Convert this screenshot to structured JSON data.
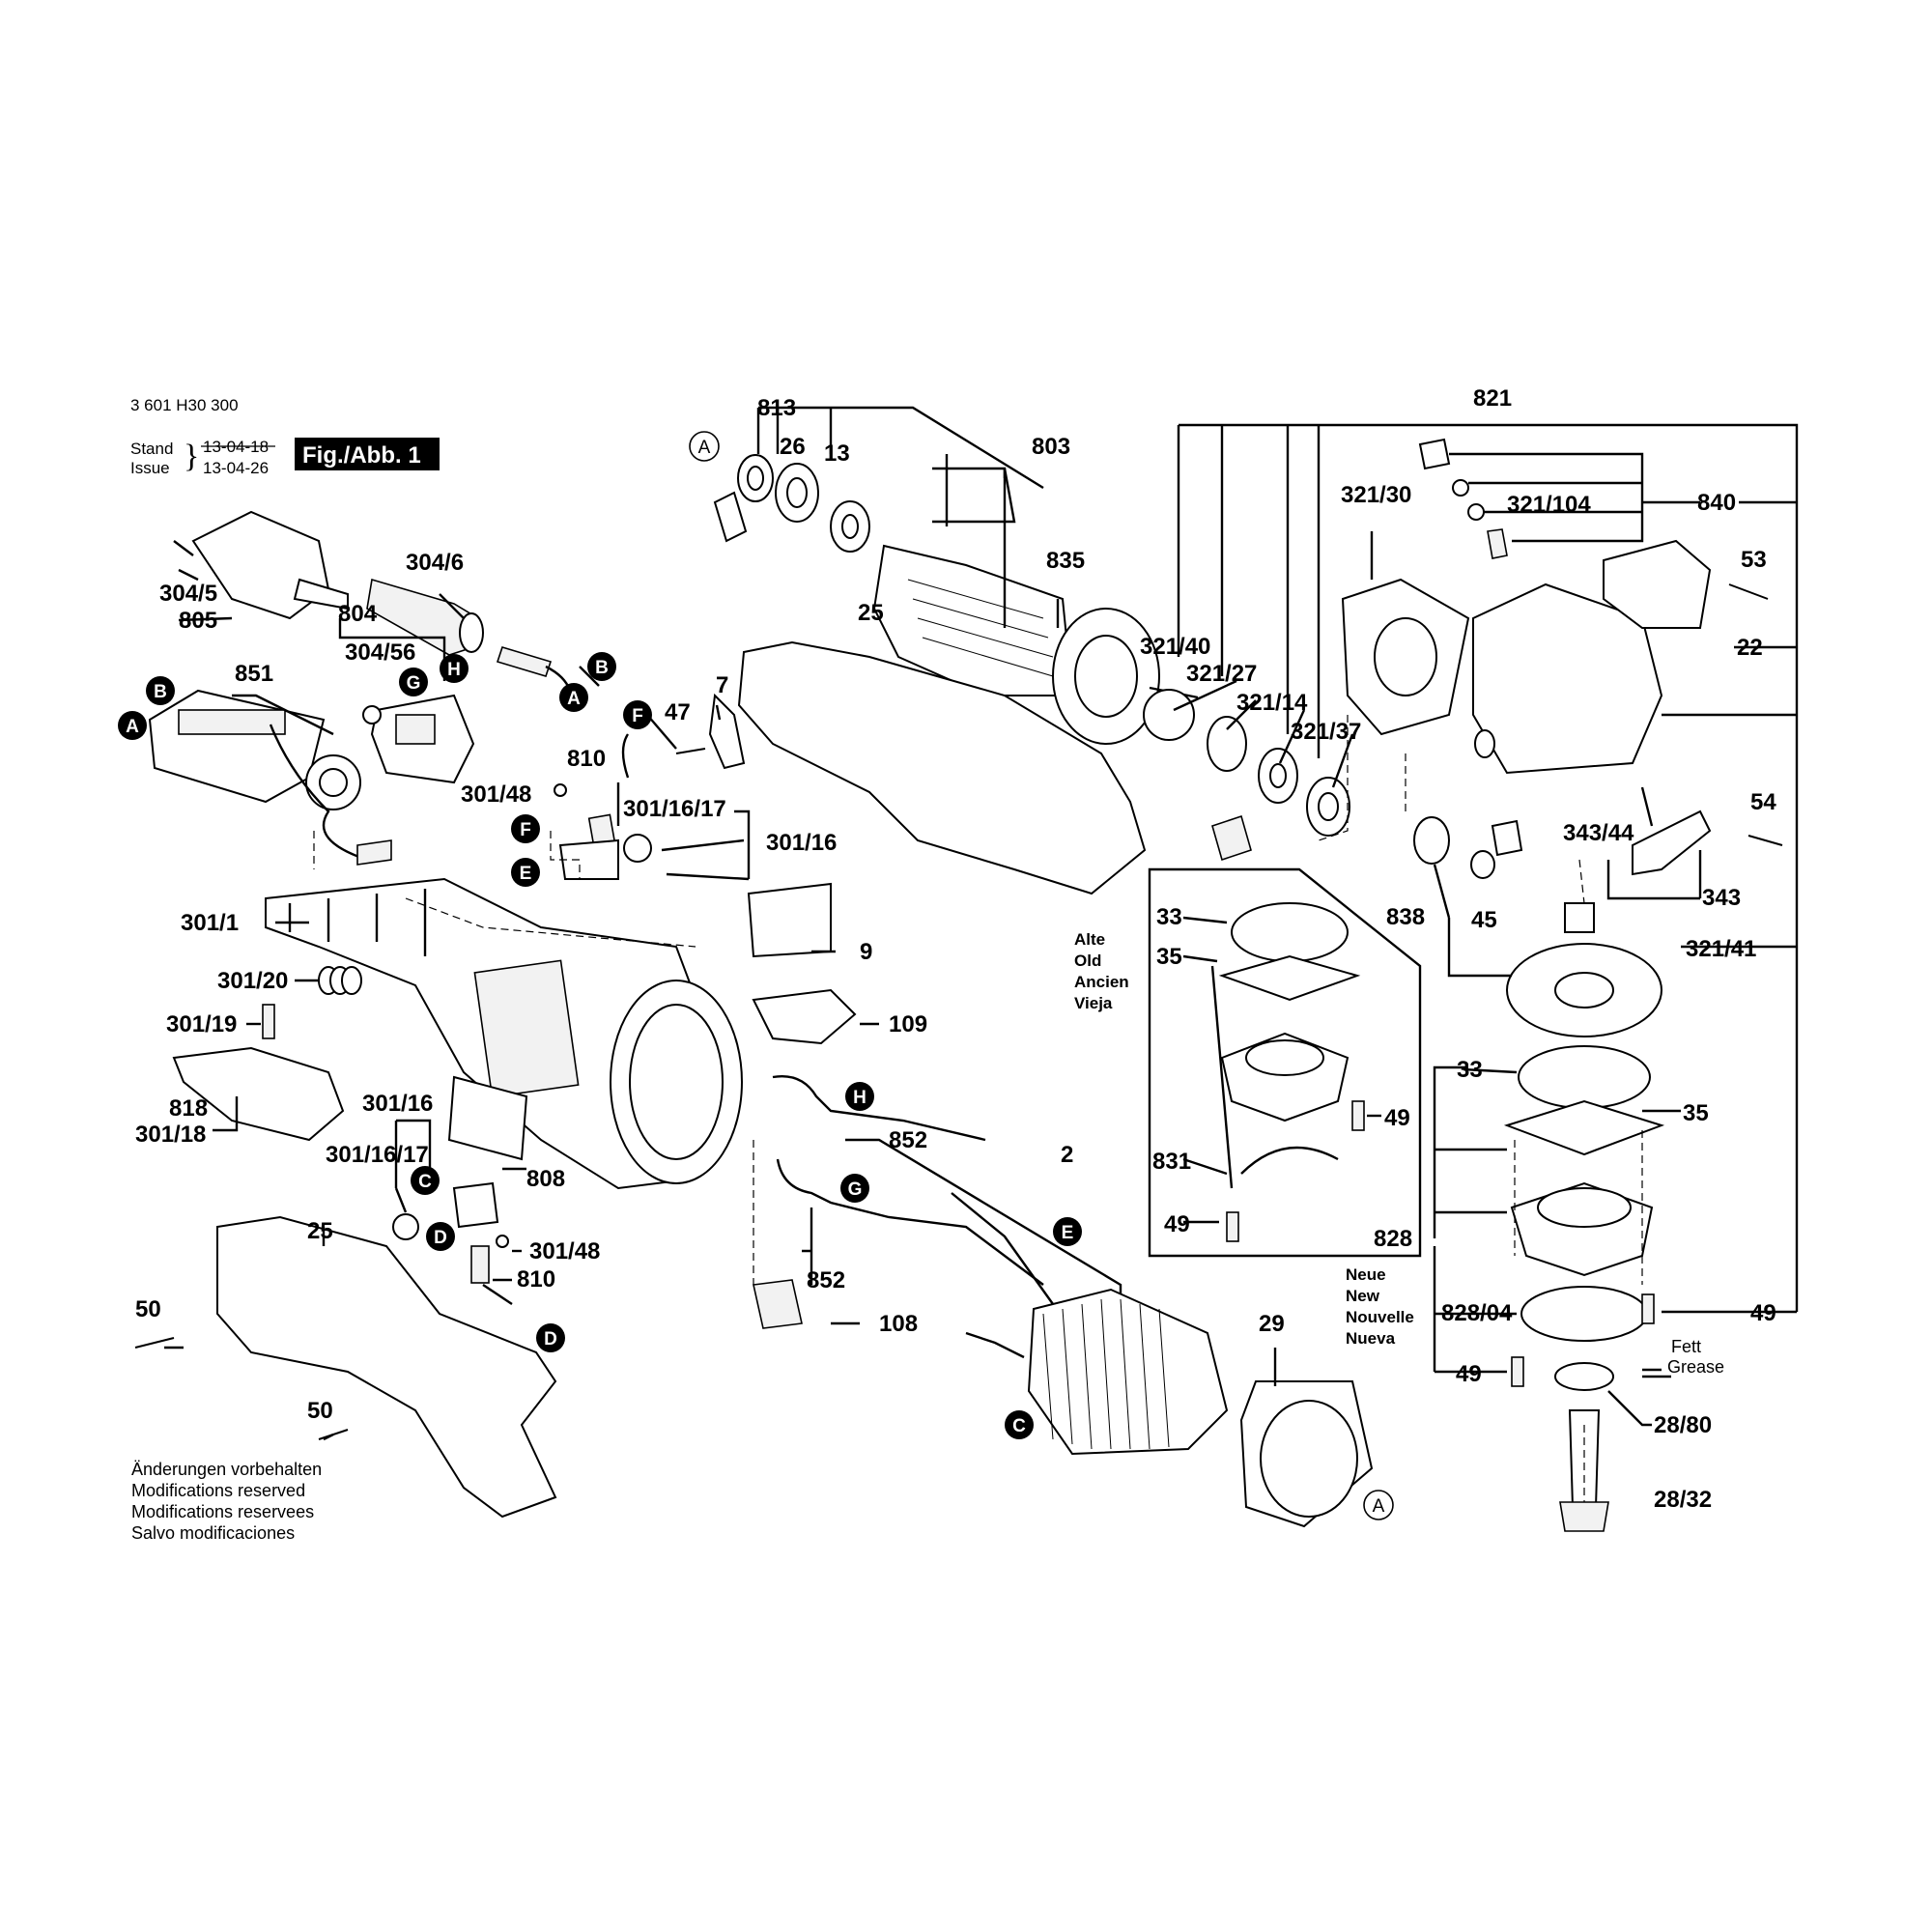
{
  "header": {
    "doc_number": "3 601 H30 300",
    "stand_label": "Stand",
    "issue_label": "Issue",
    "stand_date": "13-04-18",
    "issue_date": "13-04-26",
    "figure_label": "Fig./Abb. 1"
  },
  "notes": {
    "modifications": [
      "Änderungen vorbehalten",
      "Modifications reserved",
      "Modifications reservees",
      "Salvo modificaciones"
    ],
    "old": [
      "Alte",
      "Old",
      "Ancien",
      "Vieja"
    ],
    "new": [
      "Neue",
      "New",
      "Nouvelle",
      "Nueva"
    ],
    "grease": [
      "Fett",
      "Grease"
    ]
  },
  "connectors": {
    "A": "A",
    "B": "B",
    "C": "C",
    "D": "D",
    "E": "E",
    "F": "F",
    "G": "G",
    "H": "H"
  },
  "parts": {
    "p813": "813",
    "p26": "26",
    "p13": "13",
    "p803": "803",
    "p835": "835",
    "p25": "25",
    "p821": "821",
    "p321_30": "321/30",
    "p321_104": "321/104",
    "p840": "840",
    "p53": "53",
    "p22": "22",
    "p321_40": "321/40",
    "p321_27": "321/27",
    "p321_14": "321/14",
    "p321_37": "321/37",
    "p54": "54",
    "p343_44": "343/44",
    "p343": "343",
    "p838": "838",
    "p45": "45",
    "p321_41": "321/41",
    "p304_5": "304/5",
    "p805": "805",
    "p304_6": "304/6",
    "p804": "804",
    "p304_56": "304/56",
    "p851": "851",
    "p47": "47",
    "p7": "7",
    "p810": "810",
    "p301_48": "301/48",
    "p301_16_17": "301/16/17",
    "p301_16": "301/16",
    "p301_1": "301/1",
    "p9": "9",
    "p301_20": "301/20",
    "p301_19": "301/19",
    "p109": "109",
    "p818": "818",
    "p301_18": "301/18",
    "p808": "808",
    "p852": "852",
    "p2": "2",
    "p108": "108",
    "p50": "50",
    "p29": "29",
    "p33": "33",
    "p35": "35",
    "p49": "49",
    "p831": "831",
    "p828": "828",
    "p828_04": "828/04",
    "p28_80": "28/80",
    "p28_32": "28/32"
  }
}
